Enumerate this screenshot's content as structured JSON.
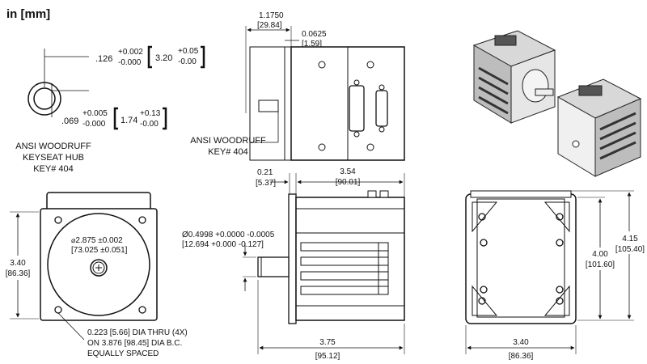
{
  "units": "in [mm]",
  "keyseat": {
    "dim_a_in": ".126",
    "dim_a_tol_plus": "+0.002",
    "dim_a_tol_minus": "-0.000",
    "dim_a_mm": "3.20",
    "dim_a_mm_plus": "+0.05",
    "dim_a_mm_minus": "-0.00",
    "dim_b_in": ".069",
    "dim_b_tol_plus": "+0.005",
    "dim_b_tol_minus": "-0.000",
    "dim_b_mm": "1.74",
    "dim_b_mm_plus": "+0.13",
    "dim_b_mm_minus": "-0.00",
    "label_line1": "ANSI WOODRUFF",
    "label_line2": "KEYSEAT HUB",
    "label_line3": "KEY# 404"
  },
  "side_top": {
    "dim1_in": "1.1750",
    "dim1_mm": "[29.84]",
    "dim2_in": "0.0625",
    "dim2_mm": "[1.59]",
    "key_label_line1": "ANSI WOODRUFF",
    "key_label_line2": "KEY# 404"
  },
  "front": {
    "pilot_dia_in": "2.875 ±0.002",
    "pilot_dia_mm": "[73.025 ±0.051]",
    "width_in": "3.40",
    "width_mm": "[86.36]",
    "hole_note_line1": "0.223 [5.66] DIA THRU (4X)",
    "hole_note_line2": "ON 3.876 [98.45] DIA B.C.",
    "hole_note_line3": "EQUALLY SPACED"
  },
  "side": {
    "flange_in": "0.21",
    "flange_mm": "[5.37]",
    "body_in": "3.54",
    "body_mm": "[90.01]",
    "shaft_in": "Ø0.4998 +0.0000 -0.0005",
    "shaft_mm": "[12.694 +0.000 -0.127]",
    "overall_in": "3.75",
    "overall_mm": "[95.12]"
  },
  "back": {
    "height_in": "4.00",
    "height_mm": "[101.60]",
    "total_in": "4.15",
    "total_mm": "[105.40]",
    "width_in": "3.40",
    "width_mm": "[86.36]"
  }
}
